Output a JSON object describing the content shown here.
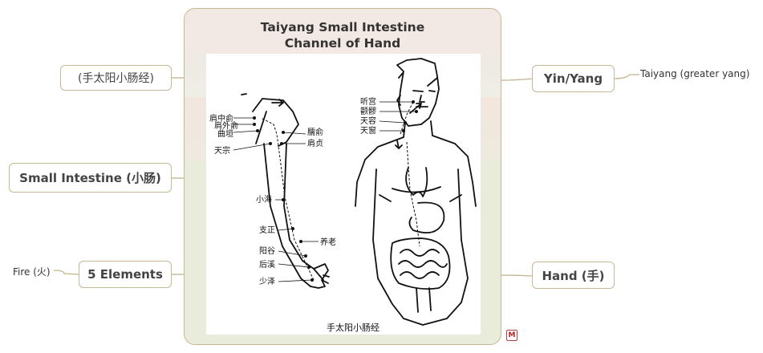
{
  "central": {
    "title_line1": "Taiyang Small Intestine",
    "title_line2": "Channel of Hand"
  },
  "figure": {
    "caption": "手太阳小肠经",
    "points_arm": [
      "肩中俞",
      "肩外俞",
      "曲垣",
      "天宗",
      "臑俞",
      "肩贞",
      "小海",
      "支正",
      "养老",
      "阳谷",
      "后溪",
      "少泽"
    ],
    "points_head": [
      "听宫",
      "颧髎",
      "天容",
      "天窗"
    ]
  },
  "nodes": {
    "chinese_name": "(手太阳小肠经)",
    "organ": "Small Intestine (小肠)",
    "five_elements": "5 Elements",
    "yin_yang": "Yin/Yang",
    "hand": "Hand (手)"
  },
  "leaves": {
    "fire": "Fire (火)",
    "taiyang": "Taiyang (greater yang)"
  },
  "colors": {
    "node_border": "#c7b895",
    "connector": "#c2b48e",
    "text": "#333333"
  },
  "icons": {
    "mindmap_file": "M"
  }
}
